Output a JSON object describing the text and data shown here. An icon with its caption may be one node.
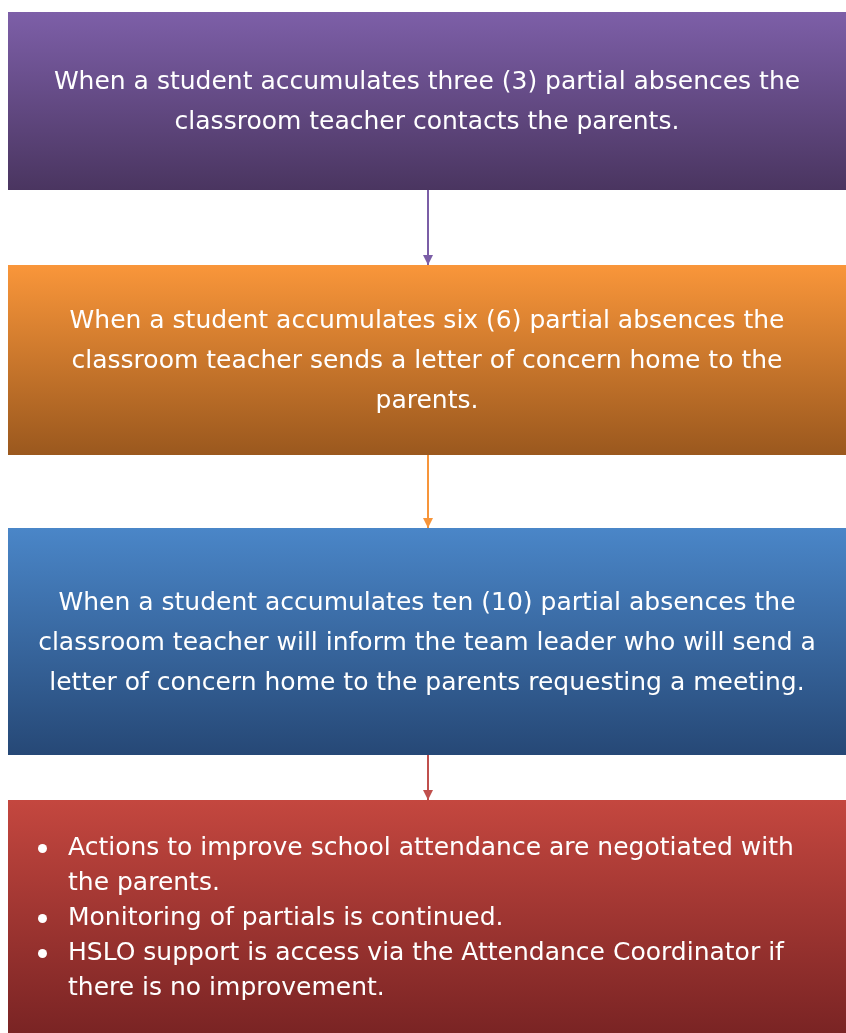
{
  "diagram": {
    "nodes": [
      {
        "text": [
          "When a student accumulates three (3) partial absences the classroom teacher contacts the parents."
        ]
      },
      {
        "text": [
          "When a student accumulates six (6) partial absences the classroom teacher sends a letter of concern home to the parents."
        ]
      },
      {
        "text": [
          "When a student accumulates ten (10) partial absences the classroom teacher will inform the team leader who will send a letter of concern home to the parents requesting a meeting."
        ]
      },
      {
        "text": [
          "Actions to improve school attendance are negotiated with the parents.",
          "Monitoring of partials is continued.",
          "HSLO support is access via the Attendance Coordinator if there is no improvement."
        ]
      }
    ],
    "edges": [
      {
        "from": 0,
        "to": 1,
        "arrow": "to",
        "color": "#7b5ea6"
      },
      {
        "from": 1,
        "to": 2,
        "arrow": "to",
        "color": "#f7953a"
      },
      {
        "from": 2,
        "to": 3,
        "arrow": "to",
        "color": "#c0504d"
      }
    ]
  }
}
